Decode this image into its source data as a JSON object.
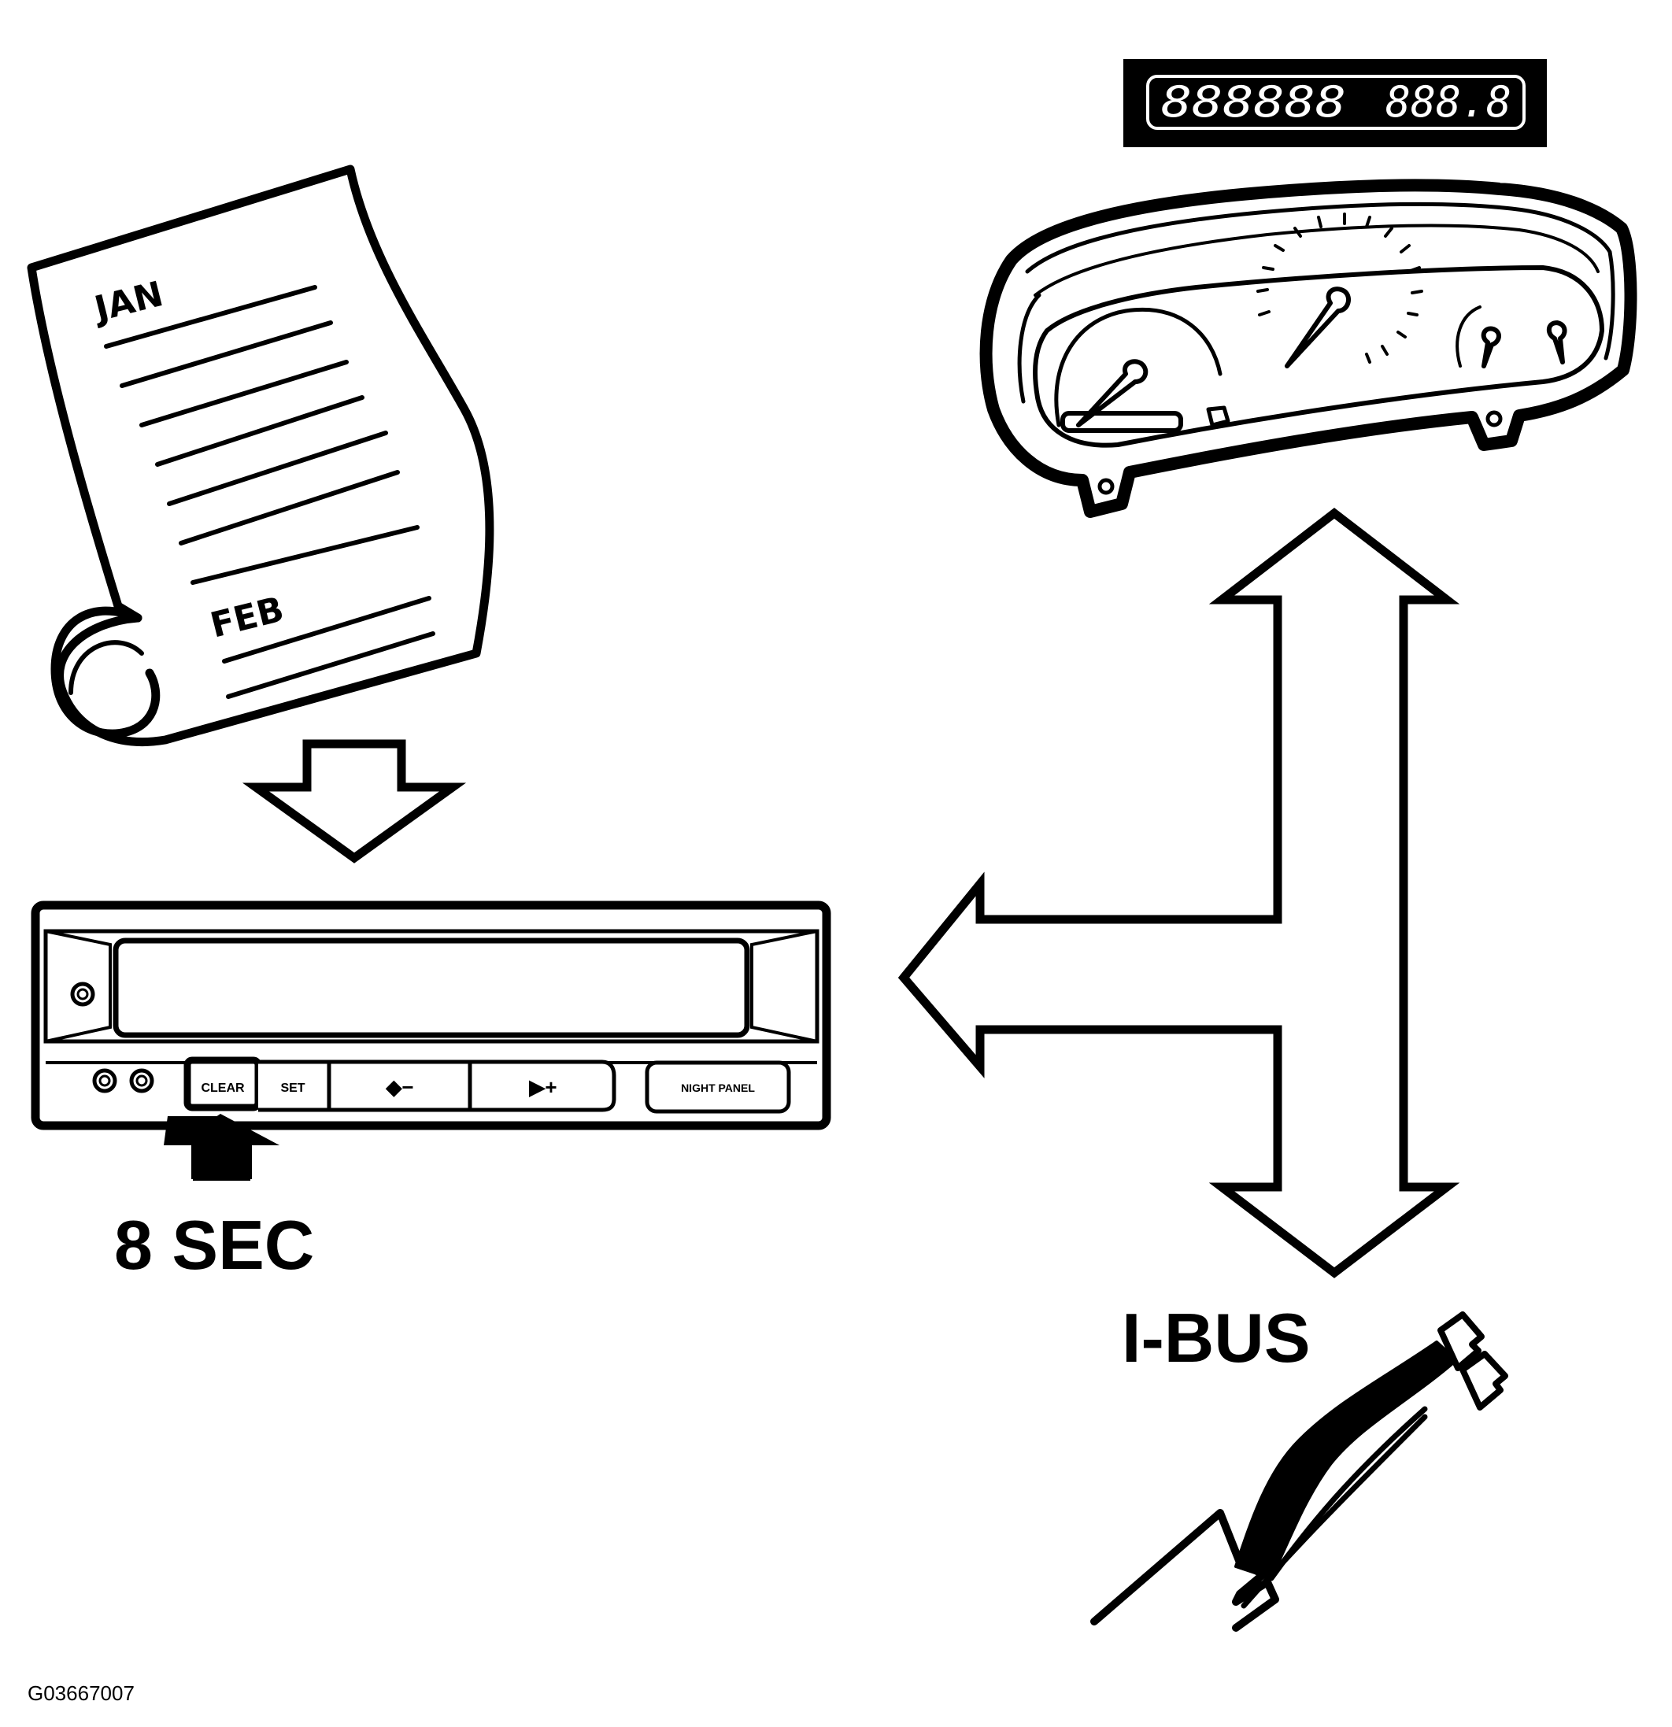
{
  "calendar": {
    "top_label": "JAN",
    "bottom_label": "FEB"
  },
  "odometer": {
    "left_digits": "888888",
    "right_digits": "888.8"
  },
  "radio": {
    "clear_label": "CLEAR",
    "set_label": "SET",
    "minus_label": "◆−",
    "plus_label": "▶+",
    "night_panel_label": "NIGHT PANEL"
  },
  "labels": {
    "duration": "8 SEC",
    "bus": "I-BUS",
    "figure_id": "G03667007"
  },
  "colors": {
    "ink": "#000000",
    "paper": "#ffffff"
  }
}
